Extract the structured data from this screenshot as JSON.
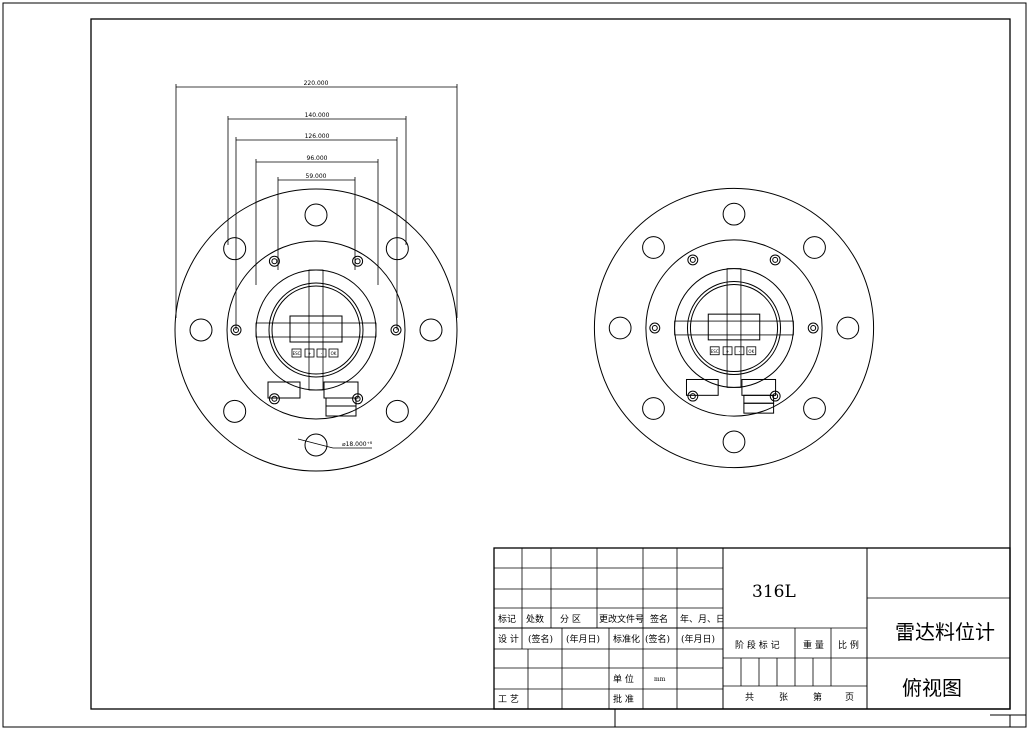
{
  "dimensions": {
    "d220": "220.000",
    "d140": "140.000",
    "d126": "126.000",
    "d96": "96.000",
    "d59": "59.000",
    "hole": "⌀18.000⁺⁸"
  },
  "keys": [
    "ESC",
    "+",
    "-",
    "OK"
  ],
  "title_block": {
    "material": "316L",
    "product_name": "雷达料位计",
    "view_name": "俯视图",
    "labels": {
      "mark": "标记",
      "count": "处数",
      "zone": "分  区",
      "change_doc": "更改文件号",
      "signature": "签名",
      "date_ymd": "年、月、日",
      "design": "设  计",
      "sign_name": "(签名)",
      "sign_date": "(年月日)",
      "standardize": "标准化",
      "sign_name2": "(签名)",
      "sign_date2": "(年月日)",
      "stage_mark": "阶  段  标  记",
      "weight": "重  量",
      "scale": "比  例",
      "unit": "单  位",
      "unit_value": "mm",
      "process": "工  艺",
      "approve": "批  准",
      "total": "共",
      "sheets": "张",
      "page_no": "第",
      "page": "页"
    }
  }
}
